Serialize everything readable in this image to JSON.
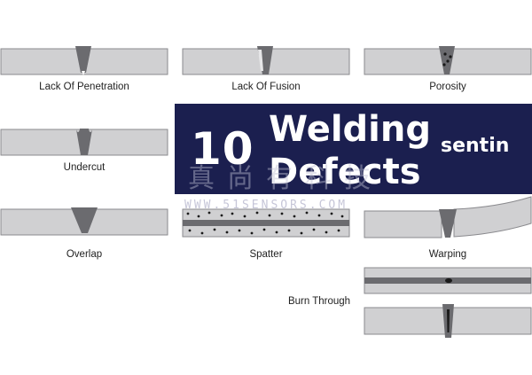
{
  "banner": {
    "number": "10",
    "title_line1": "Welding",
    "title_line2": "Defects",
    "brand": "sentin"
  },
  "watermark": {
    "chinese": "真尚有科技",
    "url": "WWW.51SENSORS.COM"
  },
  "defects": [
    {
      "label": "Lack Of Penetration"
    },
    {
      "label": "Lack Of Fusion"
    },
    {
      "label": "Porosity"
    },
    {
      "label": "Undercut"
    },
    {
      "label": "Overlap"
    },
    {
      "label": "Spatter"
    },
    {
      "label": "Warping"
    },
    {
      "label": "Burn Through"
    }
  ],
  "colors": {
    "banner_bg": "#1b1f4f",
    "plate": "#d0d0d2",
    "plate_edge": "#8a8a8e",
    "weld": "#6b6b6f",
    "defect_dark": "#1a1a1a"
  }
}
